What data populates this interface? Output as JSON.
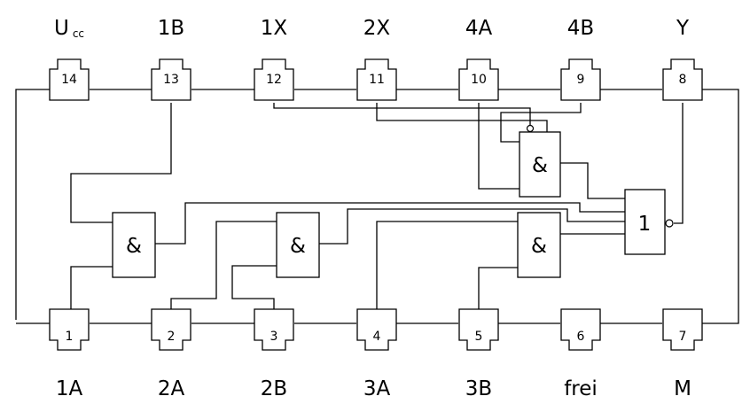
{
  "pins_top": [
    {
      "number": "14",
      "label": "U",
      "label_sub": "cc"
    },
    {
      "number": "13",
      "label": "1B"
    },
    {
      "number": "12",
      "label": "1X"
    },
    {
      "number": "11",
      "label": "2X"
    },
    {
      "number": "10",
      "label": "4A"
    },
    {
      "number": "9",
      "label": "4B"
    },
    {
      "number": "8",
      "label": "Y"
    }
  ],
  "pins_bottom": [
    {
      "number": "1",
      "label": "1A"
    },
    {
      "number": "2",
      "label": "2A"
    },
    {
      "number": "3",
      "label": "2B"
    },
    {
      "number": "4",
      "label": "3A"
    },
    {
      "number": "5",
      "label": "3B"
    },
    {
      "number": "6",
      "label": "frei"
    },
    {
      "number": "7",
      "label": "M"
    }
  ],
  "gates": {
    "and_symbol": "&",
    "or_symbol": "1"
  }
}
